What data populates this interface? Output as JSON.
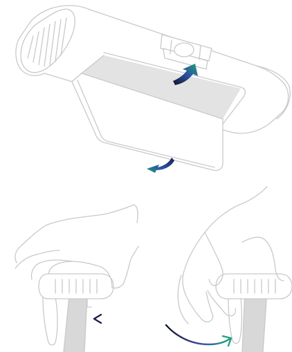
{
  "figure": {
    "kind": "installation-illustration",
    "panels": [
      "privacy-shade-slide",
      "mount-attach-left",
      "mount-attach-right"
    ],
    "colors": {
      "outline": "#c9c9c9",
      "shade_fill": "#e3e3e3",
      "clip_fill": "#d8d8d8",
      "arrow_dark": "#1a1f4d",
      "arrow_blue": "#2f4fa8",
      "arrow_teal": "#1fa37c"
    },
    "icons": [
      "curved-arrow-up-icon",
      "curved-arrow-down-icon",
      "arrow-left-icon",
      "curved-arrow-right-icon"
    ]
  }
}
